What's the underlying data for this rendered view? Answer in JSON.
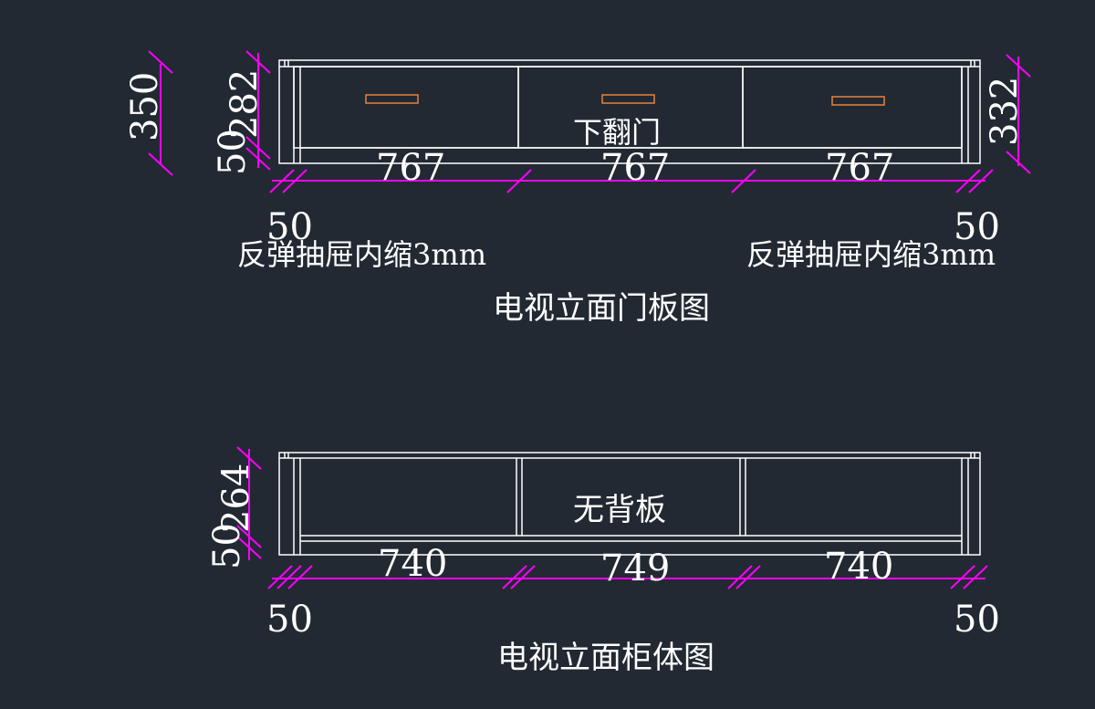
{
  "colors": {
    "background": "#222933",
    "line": "#ffffff",
    "dimension": "#ff00ff",
    "handle": "#e8823a"
  },
  "front_view": {
    "title": "电视立面门板图",
    "door_label": "下翻门",
    "total_height": "350",
    "door_height": "282",
    "base_height": "50",
    "right_height": "332",
    "widths": [
      "767",
      "767",
      "767"
    ],
    "side_left": "50",
    "side_right": "50",
    "note_left": "反弹抽屉内缩3mm",
    "note_right": "反弹抽屉内缩3mm"
  },
  "body_view": {
    "title": "电视立面柜体图",
    "label": "无背板",
    "inner_height": "264",
    "base_height": "50",
    "widths": [
      "740",
      "749",
      "740"
    ],
    "side_left": "50",
    "side_right": "50"
  }
}
